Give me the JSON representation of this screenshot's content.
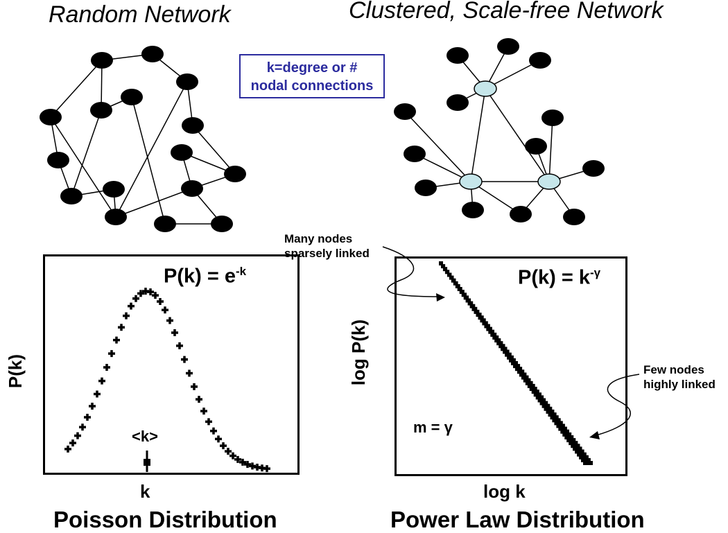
{
  "random_network": {
    "title": "Random Network"
  },
  "scalefree_network": {
    "title": "Clustered, Scale-free Network"
  },
  "note_box": {
    "line1": "k=degree or #",
    "line2": "nodal connections"
  },
  "poisson": {
    "formula_base": "P(k) = e",
    "formula_exp": "-k",
    "y_label": "P(k)",
    "x_label": "k",
    "mean_label": "<k>",
    "caption": "Poisson Distribution"
  },
  "powerlaw": {
    "formula_base": "P(k) = k",
    "formula_exp": "-γ",
    "y_label": "log P(k)",
    "x_label": "log k",
    "slope_label": "m = γ",
    "caption": "Power Law Distribution"
  },
  "callouts": {
    "many_line1": "Many nodes",
    "many_line2": "sparsely linked",
    "few_line1": "Few nodes",
    "few_line2": "highly linked"
  },
  "colors": {
    "node": "#000000",
    "hub": "#c6e6ea",
    "note": "#2b2b9e"
  },
  "chart_data": [
    {
      "type": "scatter",
      "title": "P(k) = e-k",
      "xlabel": "k",
      "ylabel": "P(k)",
      "shape": "bell"
    },
    {
      "type": "scatter",
      "title": "P(k) = k-γ",
      "xlabel": "log k",
      "ylabel": "log P(k)",
      "shape": "decreasing line"
    }
  ]
}
